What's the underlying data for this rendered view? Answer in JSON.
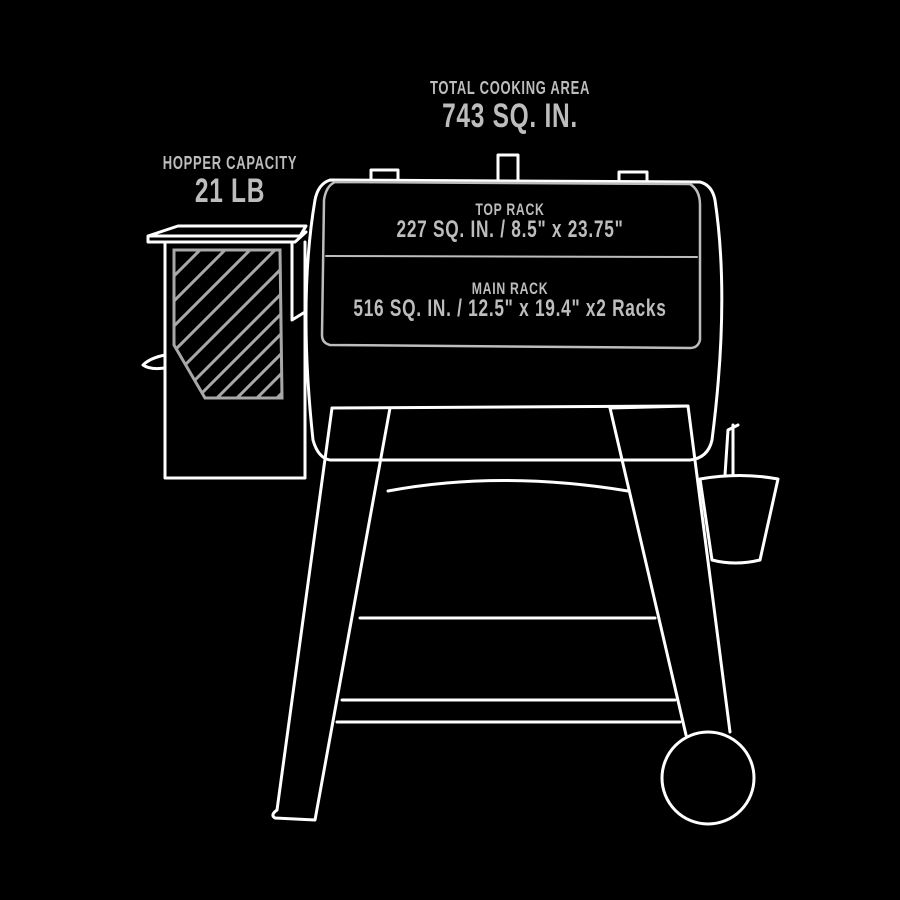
{
  "callouts": {
    "total_cooking_area": {
      "label": "TOTAL COOKING AREA",
      "value": "743 SQ. IN."
    },
    "hopper_capacity": {
      "label": "HOPPER CAPACITY",
      "value": "21 LB"
    }
  },
  "racks": {
    "top": {
      "label": "TOP RACK",
      "value": "227 SQ. IN. / 8.5\" x 23.75\""
    },
    "main": {
      "label": "MAIN RACK",
      "value": "516 SQ. IN. / 12.5\" x 19.4\" x2 Racks"
    }
  },
  "colors": {
    "background": "#000000",
    "line": "#ffffff",
    "text": "#bdbdbd",
    "hatch": "#a8a8a8"
  }
}
